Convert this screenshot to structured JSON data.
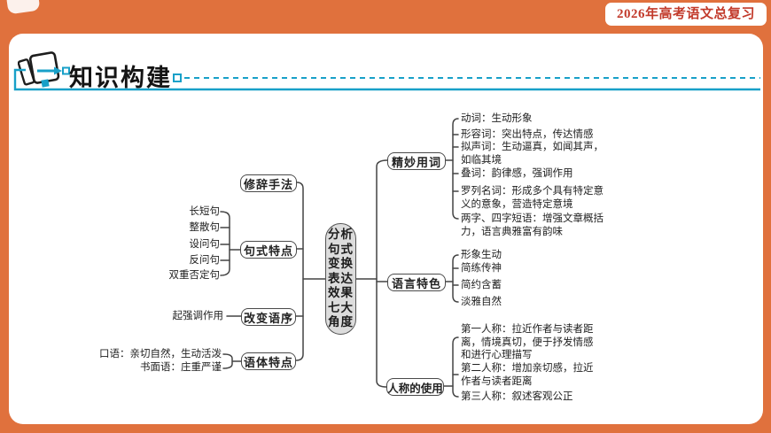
{
  "page": {
    "badge": "2026年高考语文总复习"
  },
  "header": {
    "title": "知识构建",
    "icon": "notebook-pen-icon"
  },
  "colors": {
    "background_orange": "#e0713d",
    "accent_teal": "#18a0c8",
    "badge_red": "#c23a2b",
    "center_node_gray": "#dcdcdc",
    "line_dark": "#444444"
  },
  "diagram": {
    "center_lines": [
      "分析",
      "句式",
      "变换",
      "表达",
      "效果",
      "七大",
      "角度"
    ],
    "left": [
      {
        "label": "修辞手法",
        "leaves": []
      },
      {
        "label": "句式特点",
        "leaves": [
          "长短句",
          "整散句",
          "设问句",
          "反问句",
          "双重否定句"
        ]
      },
      {
        "label": "改变语序",
        "leaves": [
          "起强调作用"
        ]
      },
      {
        "label": "语体特点",
        "leaves": [
          "口语：亲切自然，生动活泼",
          "书面语：庄重严谨"
        ]
      }
    ],
    "right": [
      {
        "label": "精妙用词",
        "leaves": [
          "动词：生动形象",
          "形容词：突出特点，传达情感",
          "拟声词：生动逼真，如闻其声，如临其境",
          "叠词：韵律感，强调作用",
          "罗列名词：形成多个具有特定意义的意象，营造特定意境",
          "两字、四字短语：增强文章概括力，语言典雅富有韵味"
        ]
      },
      {
        "label": "语言特色",
        "leaves": [
          "形象生动",
          "简练传神",
          "简约含蓄",
          "淡雅自然"
        ]
      },
      {
        "label": "人称的使用",
        "leaves": [
          "第一人称：拉近作者与读者距离，情境真切，便于抒发情感和进行心理描写",
          "第二人称：增加亲切感，拉近作者与读者距离",
          "第三人称：叙述客观公正"
        ]
      }
    ]
  }
}
